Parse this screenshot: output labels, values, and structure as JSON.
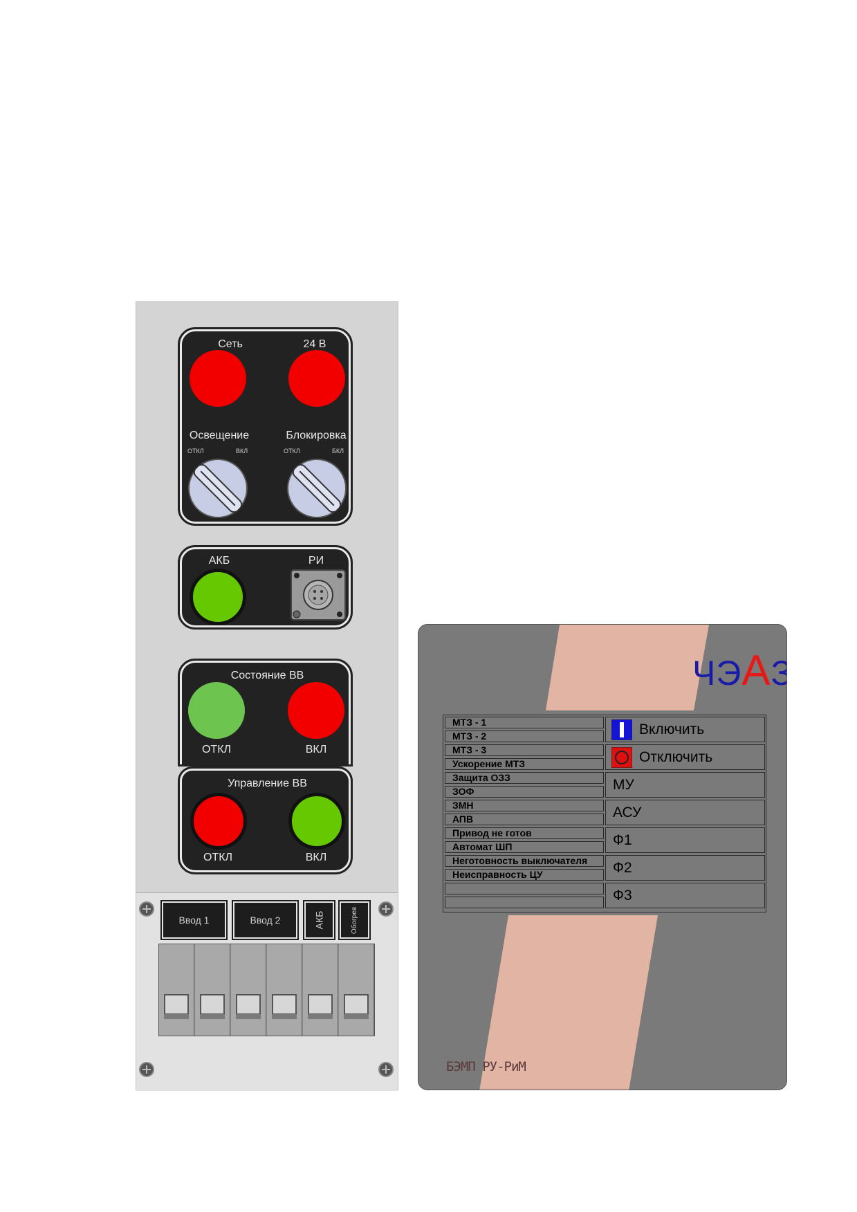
{
  "left_panel": {
    "block1": {
      "lamp_left": "Сеть",
      "lamp_right": "24 В",
      "switch_left": {
        "label": "Освещение",
        "off": "ОТКЛ",
        "on": "ВКЛ"
      },
      "switch_right": {
        "label": "Блокировка",
        "off": "ОТКЛ",
        "on": "БКЛ"
      }
    },
    "block2": {
      "lamp": "АКБ",
      "connector": "РИ"
    },
    "block3": {
      "title": "Состояние ВВ",
      "off": "ОТКЛ",
      "on": "ВКЛ"
    },
    "block4": {
      "title": "Управление ВВ",
      "off": "ОТКЛ",
      "on": "ВКЛ"
    },
    "breakers": [
      "Ввод 1",
      "Ввод 2",
      "АКБ",
      "Обогрев"
    ]
  },
  "right_panel": {
    "logo": {
      "p1": "ЧЭ",
      "p2": "А",
      "p3": "З"
    },
    "indicators": [
      "МТЗ - 1",
      "МТЗ - 2",
      "МТЗ - 3",
      "Ускорение МТЗ",
      "Защита ОЗЗ",
      "ЗОФ",
      "ЗМН",
      "АПВ",
      "Привод не готов",
      "Автомат ШП",
      "Неготовность выключателя",
      "Неисправность ЦУ",
      "",
      ""
    ],
    "controls": [
      "Включить",
      "Отключить",
      "МУ",
      "АСУ",
      "Ф1",
      "Ф2",
      "Ф3"
    ],
    "model": "БЭМП РУ-РиМ"
  },
  "colors": {
    "lamp_red": "#f20000",
    "lamp_green": "#66c800",
    "switch": "#c8cde6",
    "strip": "#e2b4a4",
    "logo_blue": "#1a1aa8",
    "logo_red": "#e81818"
  }
}
